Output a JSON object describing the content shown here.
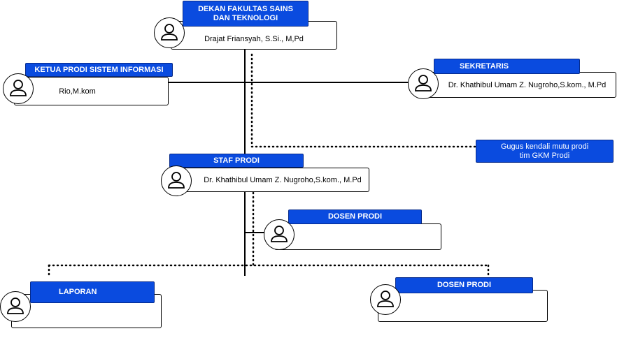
{
  "dekan": {
    "title": "DEKAN FAKULTAS SAINS\nDAN TEKNOLOGI",
    "name": "Drajat Friansyah, S.Si., M,Pd"
  },
  "ketua_prodi": {
    "title": "KETUA PRODI SISTEM INFORMASI",
    "name": "Rio,M.kom"
  },
  "sekretaris": {
    "title": "SEKRETARIS",
    "name": "Dr. Khathibul Umam Z. Nugroho,S.kom., M.Pd"
  },
  "gugus": {
    "line1": "Gugus kendali mutu prodi",
    "line2": "tim GKM Prodi"
  },
  "staf_prodi": {
    "title": "STAF PRODI",
    "name": "Dr. Khathibul Umam Z. Nugroho,S.kom., M.Pd"
  },
  "dosen_prodi_1": {
    "title": "DOSEN PRODI",
    "name": ""
  },
  "laporan": {
    "title": "LAPORAN",
    "name": ""
  },
  "dosen_prodi_2": {
    "title": "DOSEN PRODI",
    "name": ""
  },
  "colors": {
    "title_bg": "#0a4bdf",
    "title_text": "#ffffff",
    "line": "#000000"
  },
  "icons": {
    "person": "person-icon"
  }
}
